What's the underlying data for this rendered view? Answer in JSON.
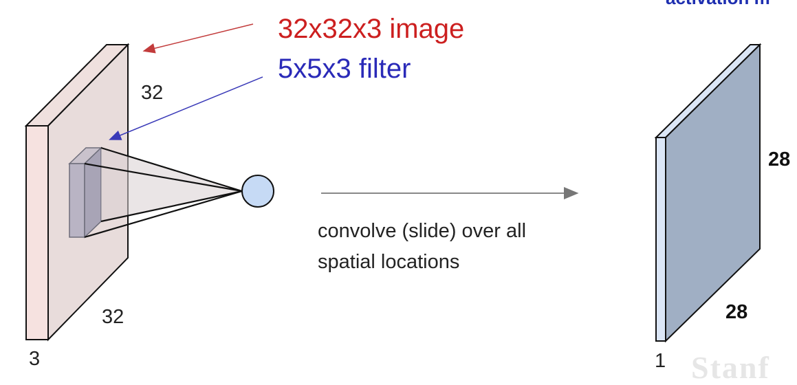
{
  "diagram": {
    "input_caption": "32x32x3 image",
    "filter_caption": "5x5x3 filter",
    "input_height_label": "32",
    "input_width_label": "32",
    "input_depth_label": "3",
    "operation_text_line1": "convolve (slide) over all",
    "operation_text_line2": "spatial locations",
    "output_height_label": "28",
    "output_width_label": "28",
    "output_depth_label": "1",
    "top_right_partial_title": "activation m",
    "watermark_text": "Stanf"
  },
  "colors": {
    "input_caption": "#cc1f1f",
    "filter_caption": "#2a2ab8",
    "input_volume_front": "#eadedd",
    "input_volume_side": "#f6e2e0",
    "output_volume_front": "#a0afc4",
    "output_volume_side": "#dbe6f6",
    "neuron": "#c6daf5",
    "watermark": "#e6e6e6"
  }
}
